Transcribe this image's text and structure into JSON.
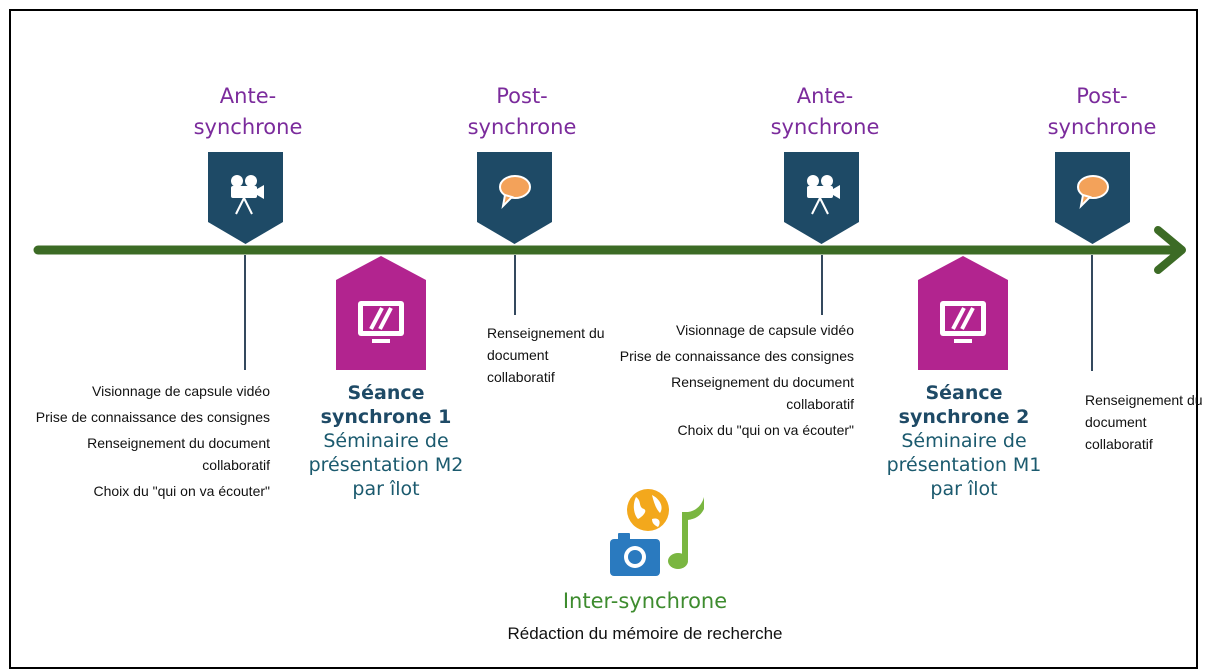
{
  "phases": [
    {
      "title_l1": "Ante-",
      "title_l2": "synchrone",
      "icon": "camera-icon",
      "items": [
        "Visionnage de capsule vidéo",
        "Prise de connaissance des consignes",
        "Renseignement du document collaboratif",
        "Choix du \"qui on va écouter\""
      ]
    },
    {
      "title_l1": "Post-",
      "title_l2": "synchrone",
      "icon": "speech-bubble-icon",
      "items": [
        "Renseignement du document collaboratif"
      ]
    },
    {
      "title_l1": "Ante-",
      "title_l2": "synchrone",
      "icon": "camera-icon",
      "items": [
        "Visionnage de capsule vidéo",
        "Prise de connaissance des consignes",
        "Renseignement du document collaboratif",
        "Choix du \"qui on va écouter\""
      ]
    },
    {
      "title_l1": "Post-",
      "title_l2": "synchrone",
      "icon": "speech-bubble-icon",
      "items": [
        "Renseignement du document collaboratif"
      ]
    }
  ],
  "sessions": [
    {
      "l1": "Séance",
      "l2": "synchrone 1",
      "l3": "Séminaire de",
      "l4": "présentation M2",
      "l5": "par îlot",
      "icon": "monitor-icon"
    },
    {
      "l1": "Séance",
      "l2": "synchrone 2",
      "l3": "Séminaire de",
      "l4": "présentation M1",
      "l5": "par îlot",
      "icon": "monitor-icon"
    }
  ],
  "inter": {
    "title": "Inter-synchrone",
    "subtitle": "Rédaction du mémoire de recherche",
    "icons": [
      "globe-icon",
      "camera-photo-icon",
      "music-note-icon"
    ]
  },
  "colors": {
    "timeline": "#3c6b25",
    "marker_blue": "#1e4a66",
    "session_magenta": "#b2248f",
    "phase_purple": "#7b2b9c",
    "inter_green": "#3e8c2f"
  }
}
